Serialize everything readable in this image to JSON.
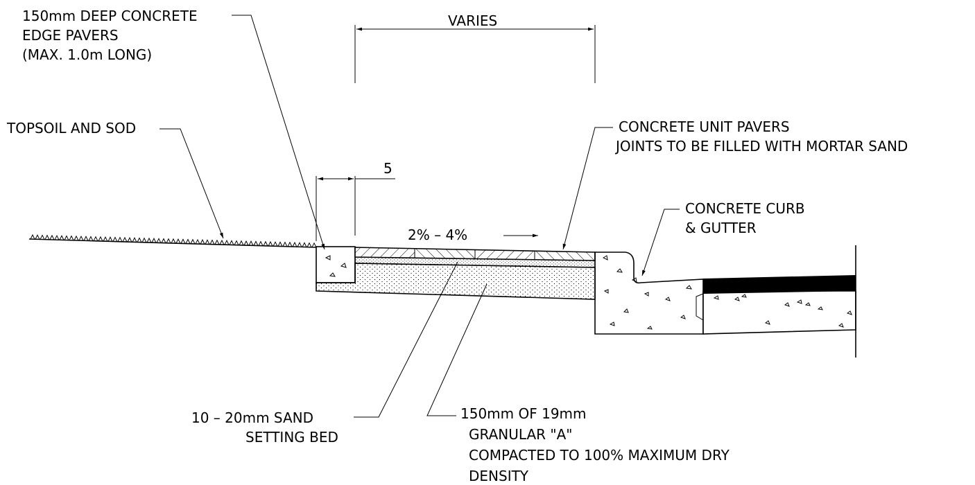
{
  "diagram": {
    "labels": {
      "edge_pavers_line1": "150mm DEEP CONCRETE",
      "edge_pavers_line2": "EDGE PAVERS",
      "edge_pavers_line3": "(MAX. 1.0m LONG)",
      "varies": "VARIES",
      "topsoil": "TOPSOIL AND SOD",
      "unit_pavers_line1": "CONCRETE UNIT PAVERS",
      "unit_pavers_line2": "JOINTS TO BE FILLED WITH MORTAR SAND",
      "dim_five": "5",
      "curb_line1": "CONCRETE CURB",
      "curb_line2": "& GUTTER",
      "slope": "2% – 4%",
      "sand_bed_line1": "10 – 20mm SAND",
      "sand_bed_line2": "SETTING BED",
      "granular_line1": "150mm OF 19mm",
      "granular_line2": "GRANULAR \"A\"",
      "granular_line3": "COMPACTED TO 100% MAXIMUM DRY",
      "granular_line4": "DENSITY"
    },
    "colors": {
      "ink": "#000000",
      "background": "#ffffff"
    }
  }
}
